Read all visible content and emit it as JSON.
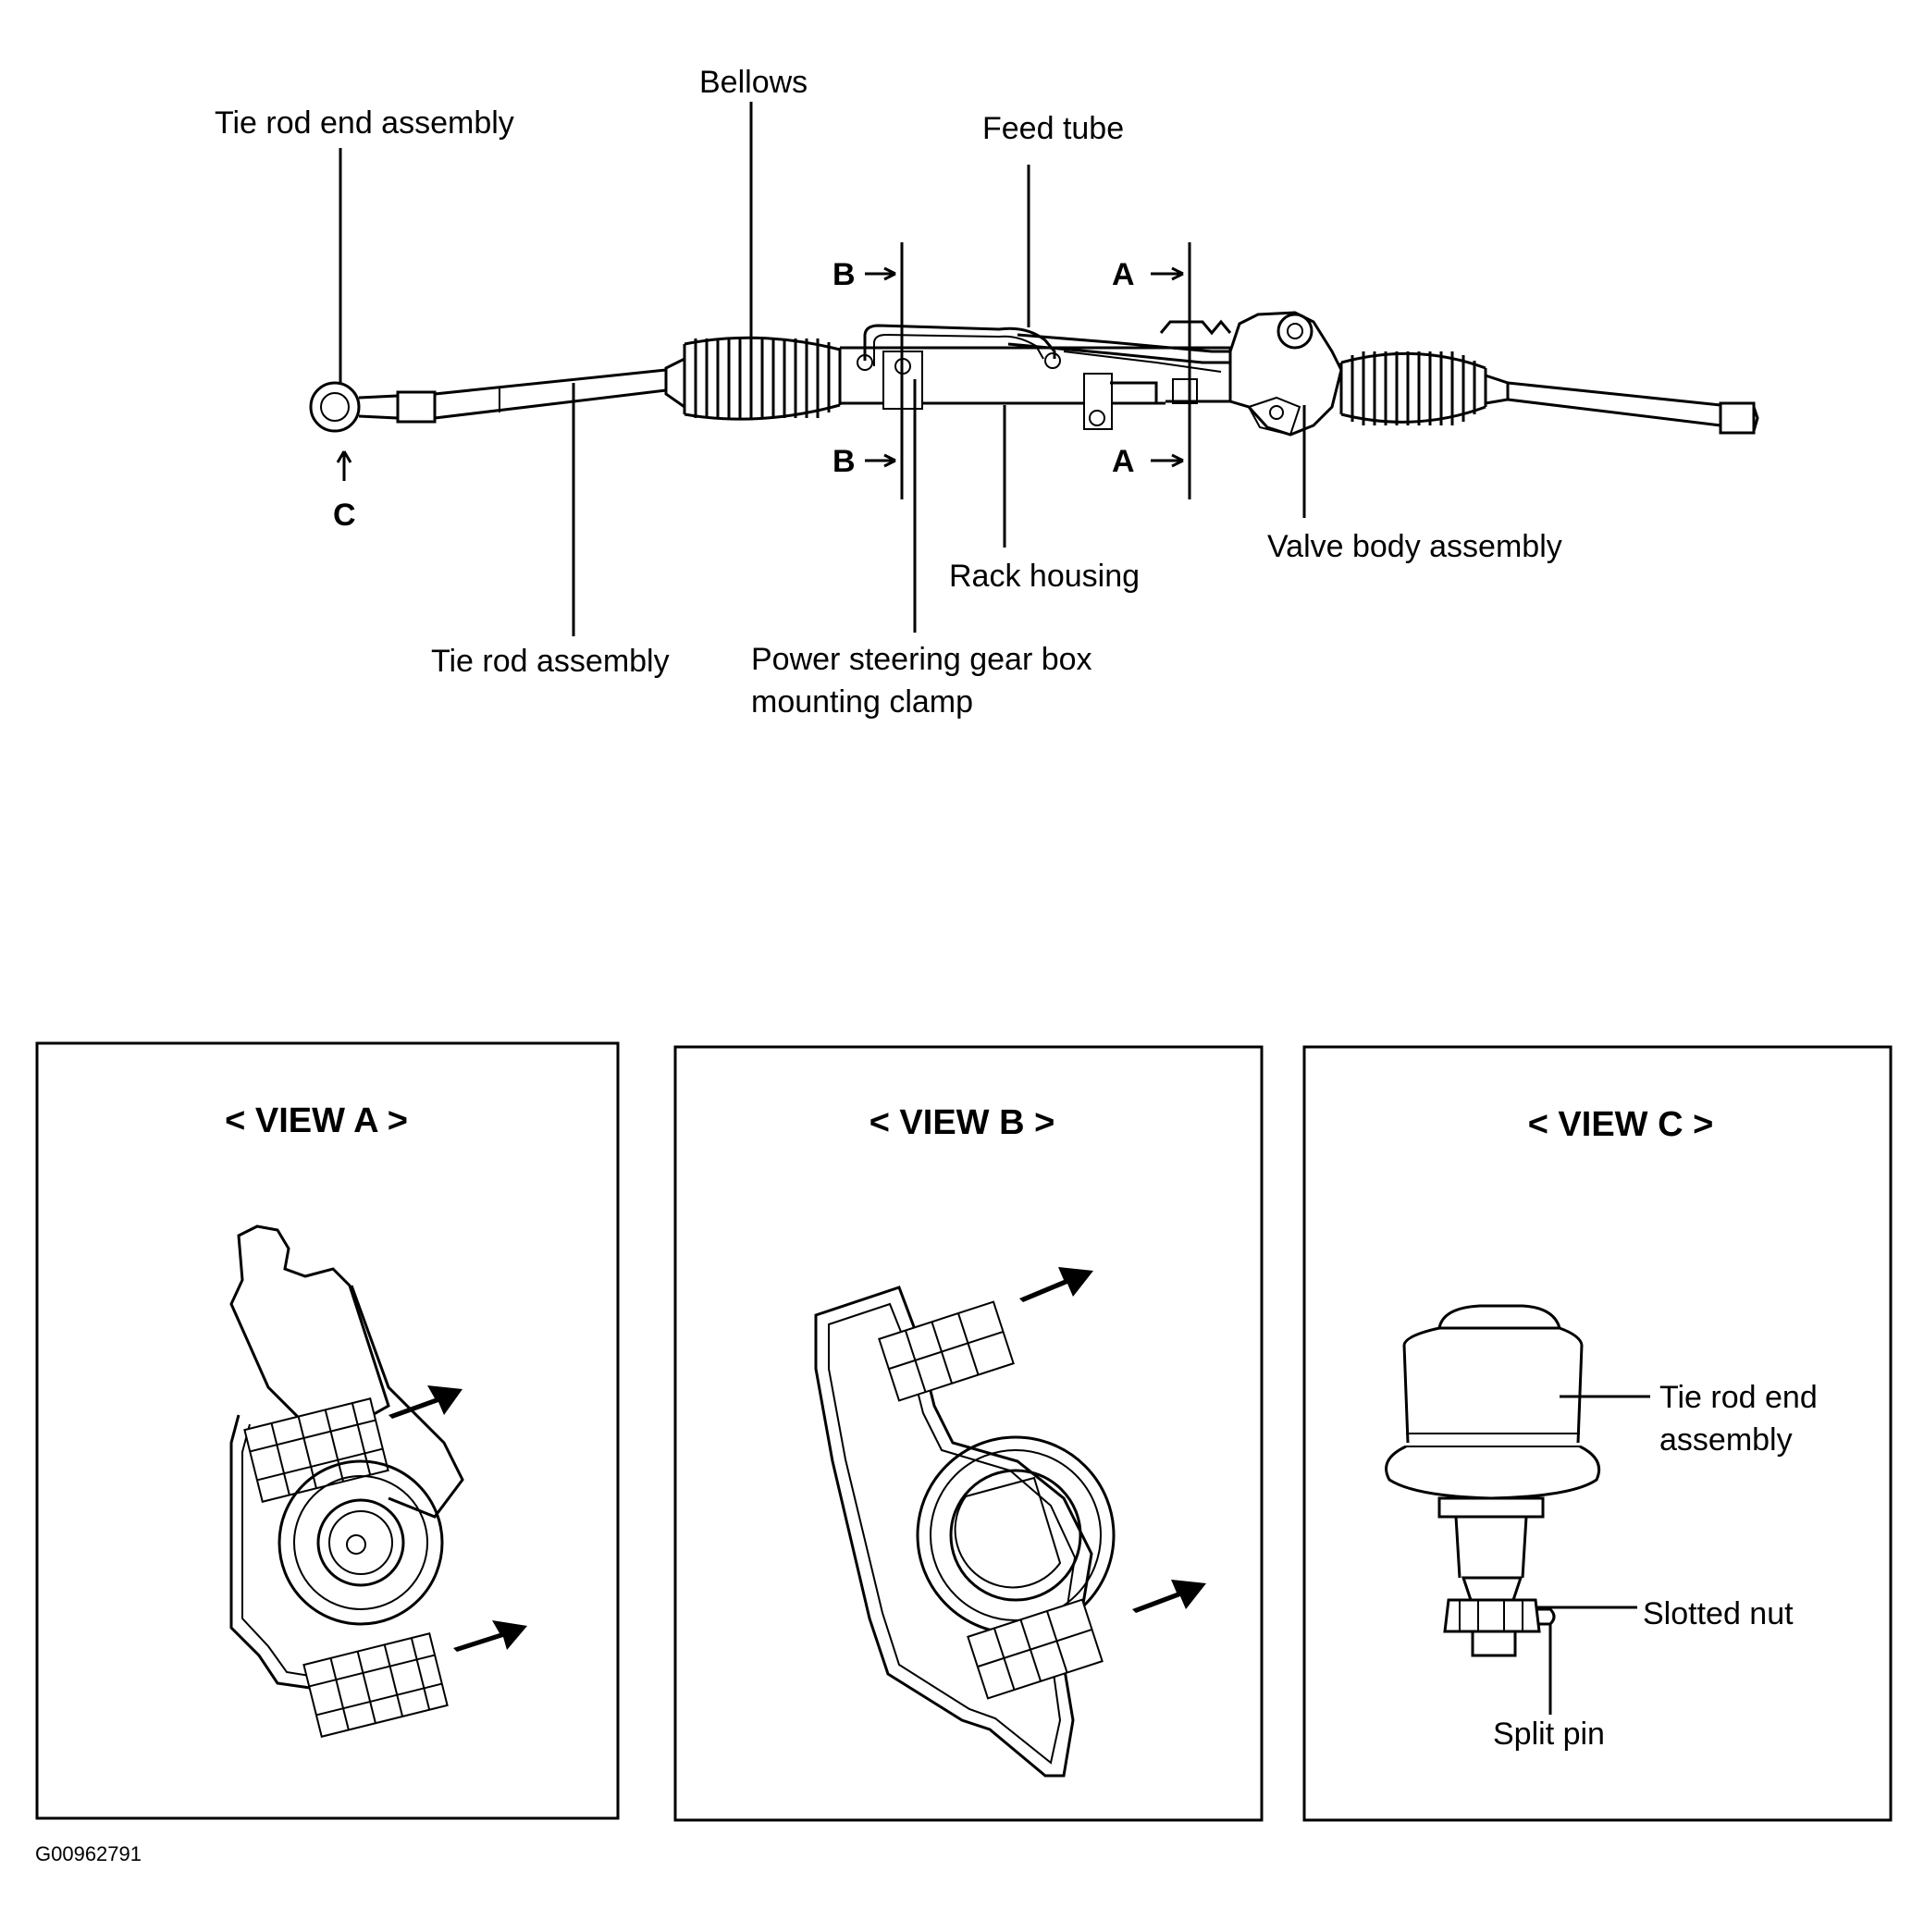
{
  "labels": {
    "tie_rod_end_assembly": "Tie rod end assembly",
    "bellows": "Bellows",
    "feed_tube": "Feed tube",
    "tie_rod_assembly": "Tie rod assembly",
    "rack_housing": "Rack housing",
    "valve_body_assembly": "Valve body assembly",
    "mounting_clamp_line1": "Power steering gear box",
    "mounting_clamp_line2": "mounting clamp"
  },
  "section_markers": {
    "a": "A",
    "b": "B",
    "c": "C"
  },
  "views": {
    "a_title": "< VIEW A >",
    "b_title": "< VIEW B >",
    "c_title": "< VIEW C >"
  },
  "view_c_labels": {
    "tie_rod_end_line1": "Tie rod end",
    "tie_rod_end_line2": "assembly",
    "slotted_nut": "Slotted nut",
    "split_pin": "Split pin"
  },
  "figure_id": "G00962791"
}
